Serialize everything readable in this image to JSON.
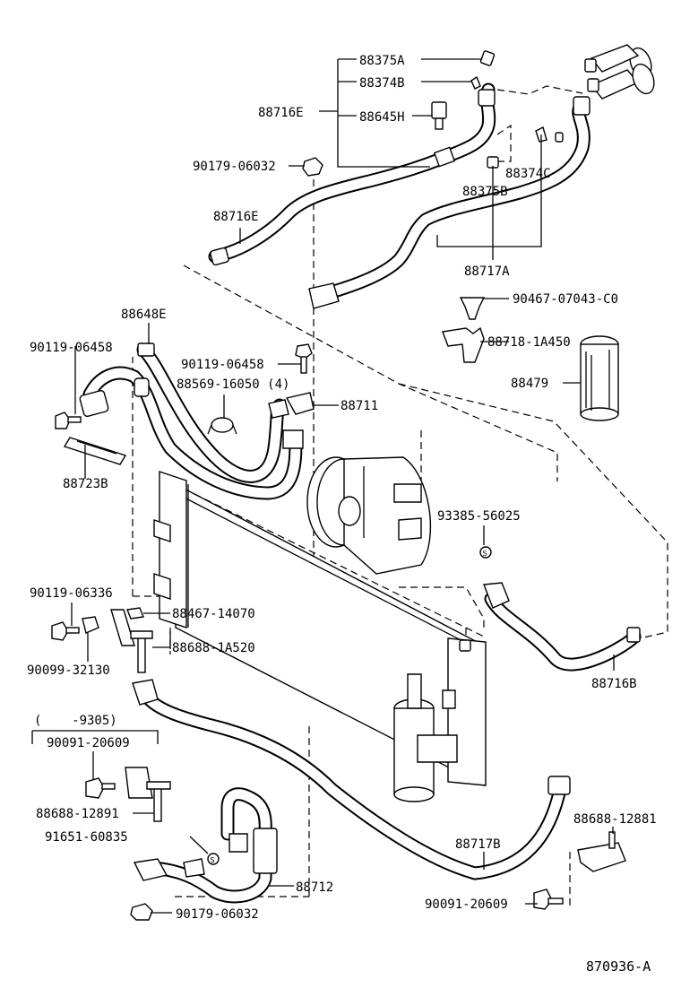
{
  "labels": {
    "p88375A": "88375A",
    "p88374B": "88374B",
    "p88716E_top": "88716E",
    "p88645H": "88645H",
    "p90179_06032_top": "90179-06032",
    "p88374C": "88374C",
    "p88375B": "88375B",
    "p88716E_mid": "88716E",
    "p88717A": "88717A",
    "p90467": "90467-07043-C0",
    "p88648E": "88648E",
    "p88718": "88718-1A450",
    "p90119_06458_left": "90119-06458",
    "p90119_06458_mid": "90119-06458",
    "p88569": "88569-16050 (4)",
    "p88479": "88479",
    "p88711": "88711",
    "p88723B": "88723B",
    "p93385": "93385-56025",
    "p90119_06336": "90119-06336",
    "p88467": "88467-14070",
    "p88688_1A520": "88688-1A520",
    "p90099": "90099-32130",
    "p88716B": "88716B",
    "p9305": "(    -9305)",
    "p90091_left": "90091-20609",
    "p88688_12891": "88688-12891",
    "p91651": "91651-60835",
    "p88717B": "88717B",
    "p88688_12881": "88688-12881",
    "p88712": "88712",
    "p90091_right": "90091-20609",
    "p90179_06032_bottom": "90179-06032",
    "ref": "870936-A"
  }
}
